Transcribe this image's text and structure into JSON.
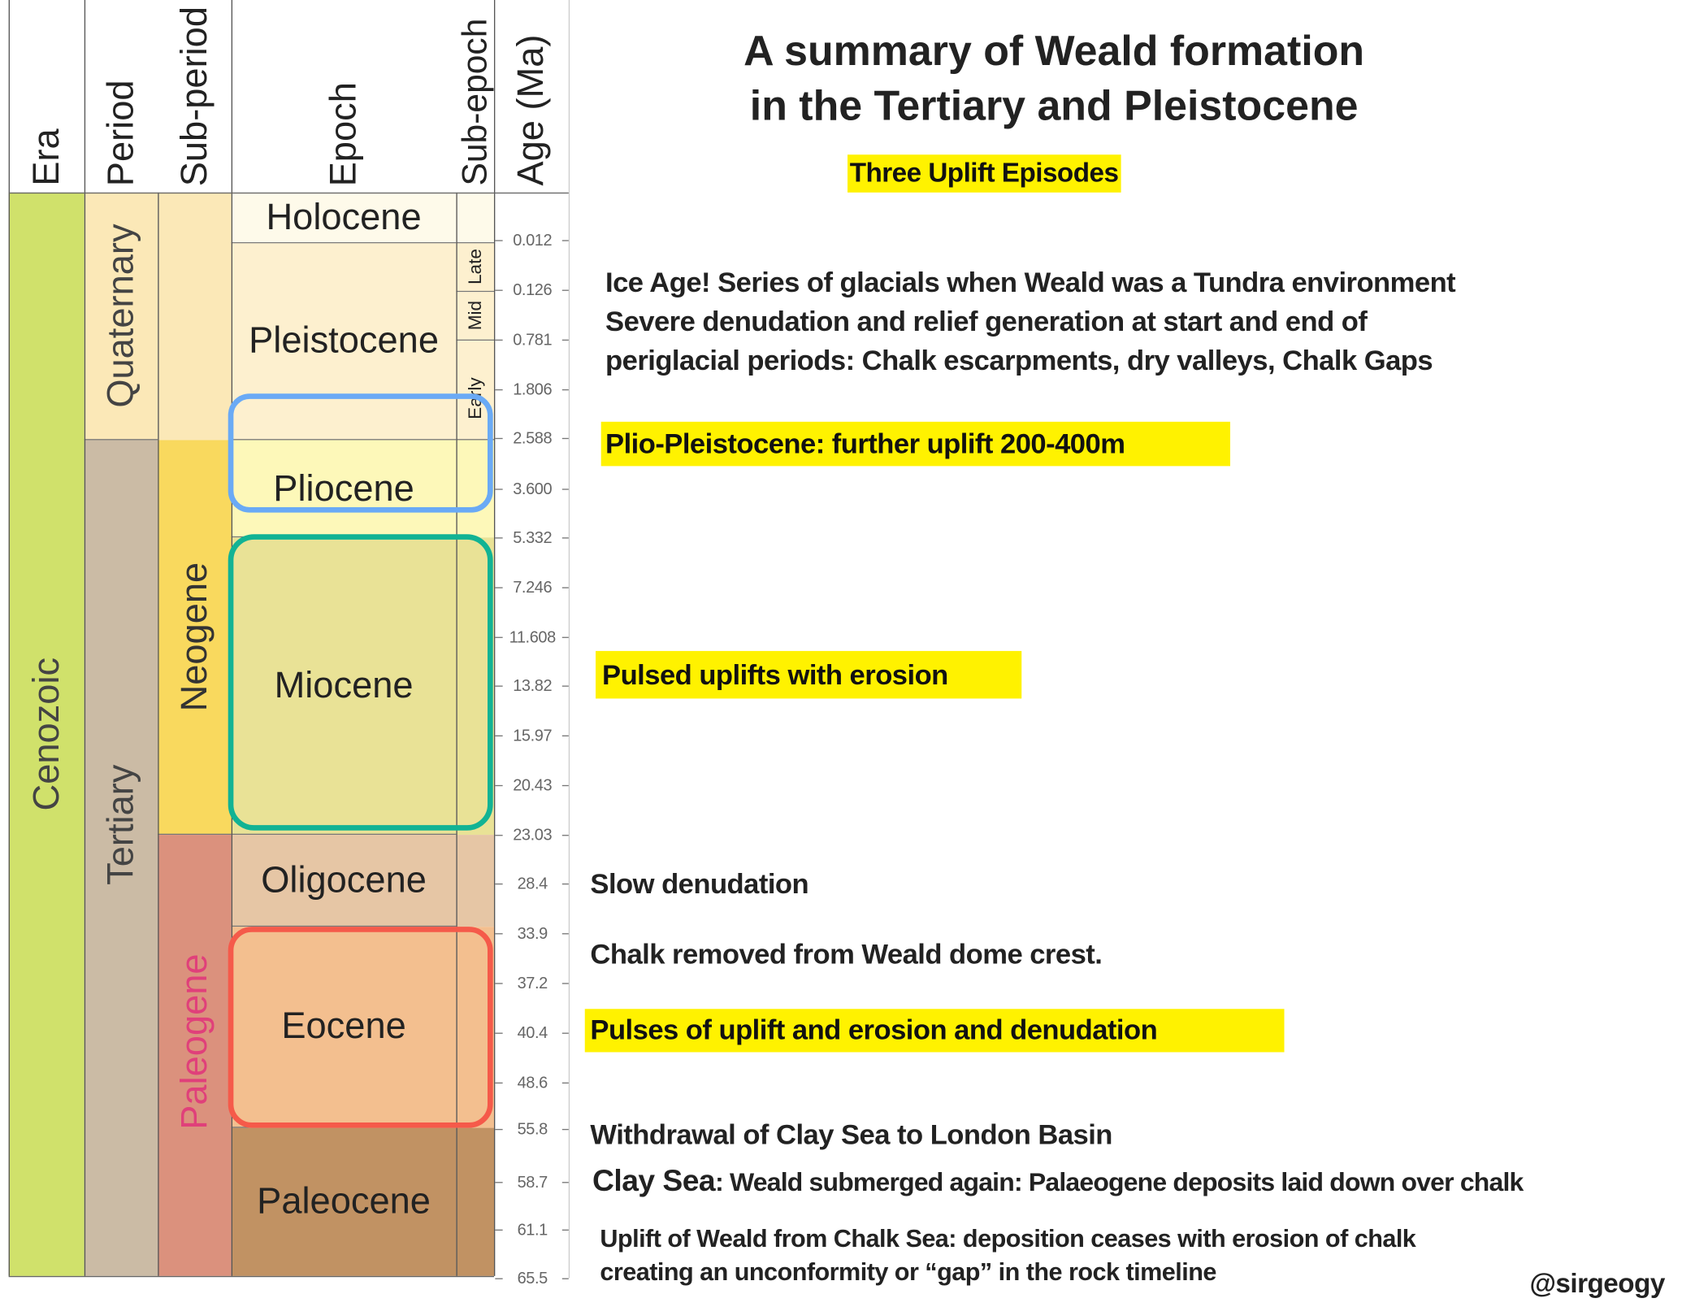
{
  "title": {
    "line1": "A summary of Weald formation",
    "line2": "in the Tertiary and Pleistocene",
    "subtitle": "Three Uplift Episodes"
  },
  "headers": {
    "era": "Era",
    "period": "Period",
    "sub_period": "Sub-period",
    "epoch": "Epoch",
    "sub_epoch": "Sub-epoch",
    "age": "Age (Ma)"
  },
  "timescale": {
    "era": "Cenozoic",
    "periods": [
      "Quaternary",
      "Tertiary"
    ],
    "sub_periods": [
      "Neogene",
      "Paleogene"
    ],
    "epochs": [
      "Holocene",
      "Pleistocene",
      "Pliocene",
      "Miocene",
      "Oligocene",
      "Eocene",
      "Paleocene"
    ],
    "sub_epochs": [
      "Late",
      "Mid",
      "Early"
    ],
    "ages": [
      "0.012",
      "0.126",
      "0.781",
      "1.806",
      "2.588",
      "3.600",
      "5.332",
      "7.246",
      "11.608",
      "13.82",
      "15.97",
      "20.43",
      "23.03",
      "28.4",
      "33.9",
      "37.2",
      "40.4",
      "48.6",
      "55.8",
      "58.7",
      "61.1",
      "65.5"
    ]
  },
  "highlights": {
    "pliocene_box_color": "#6aaaf5",
    "miocene_box_color": "#12b394",
    "eocene_box_color": "#f55a4a",
    "highlight_color": "#fff200"
  },
  "notes": {
    "ice_age_1": "Ice Age! Series of glacials when Weald was a Tundra environment",
    "ice_age_2": "Severe denudation and relief generation at start and end of",
    "ice_age_3": "periglacial periods: Chalk escarpments, dry valleys, Chalk Gaps",
    "plio": "Plio-Pleistocene: further uplift 200-400m",
    "pulsed": "Pulsed uplifts with erosion",
    "slow": "Slow denudation",
    "chalk_removed": "Chalk removed from Weald dome crest.",
    "pulses": "Pulses of uplift and erosion and denudation",
    "withdrawal": "Withdrawal of Clay Sea to London Basin",
    "clay_sea_label": "Clay Sea",
    "clay_sea_text": ": Weald submerged again: Palaeogene deposits laid down over chalk",
    "uplift_1": "Uplift of Weald from Chalk Sea: deposition ceases with erosion of chalk",
    "uplift_2": "creating an unconformity or “gap” in the rock timeline",
    "credit": "@sirgeogy"
  }
}
